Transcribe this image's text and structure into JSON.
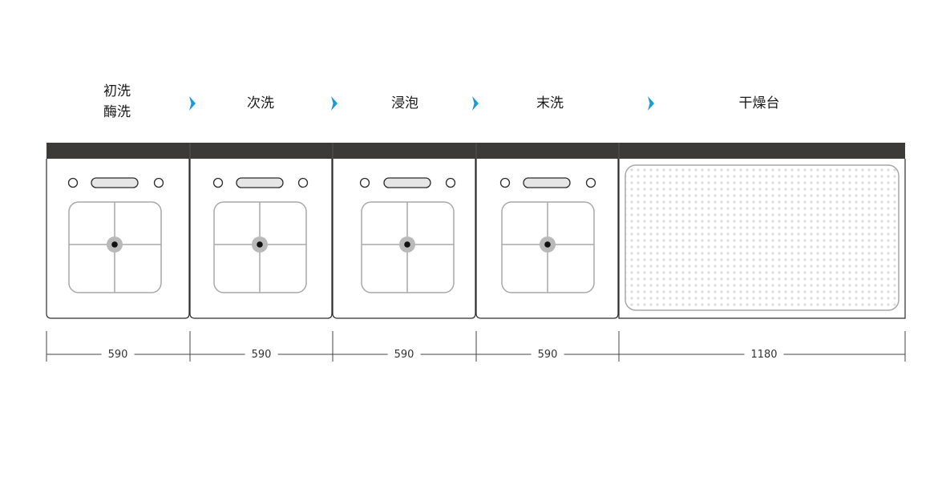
{
  "stages": [
    {
      "label_line1": "初洗",
      "label_line2": "酶洗"
    },
    {
      "label": "次洗"
    },
    {
      "label": "浸泡"
    },
    {
      "label": "末洗"
    },
    {
      "label": "干燥台"
    }
  ],
  "dimensions": [
    "590",
    "590",
    "590",
    "590",
    "1180"
  ],
  "colors": {
    "countertop": "#3c3939",
    "outline": "#2a2a2a",
    "sink_stroke": "#a8a8a8",
    "drain_ring": "#b9b9b9",
    "arrow": "#1a9ad6",
    "grid_dot": "#cfcfcf"
  },
  "icons": [
    "chevron-right-icon"
  ]
}
